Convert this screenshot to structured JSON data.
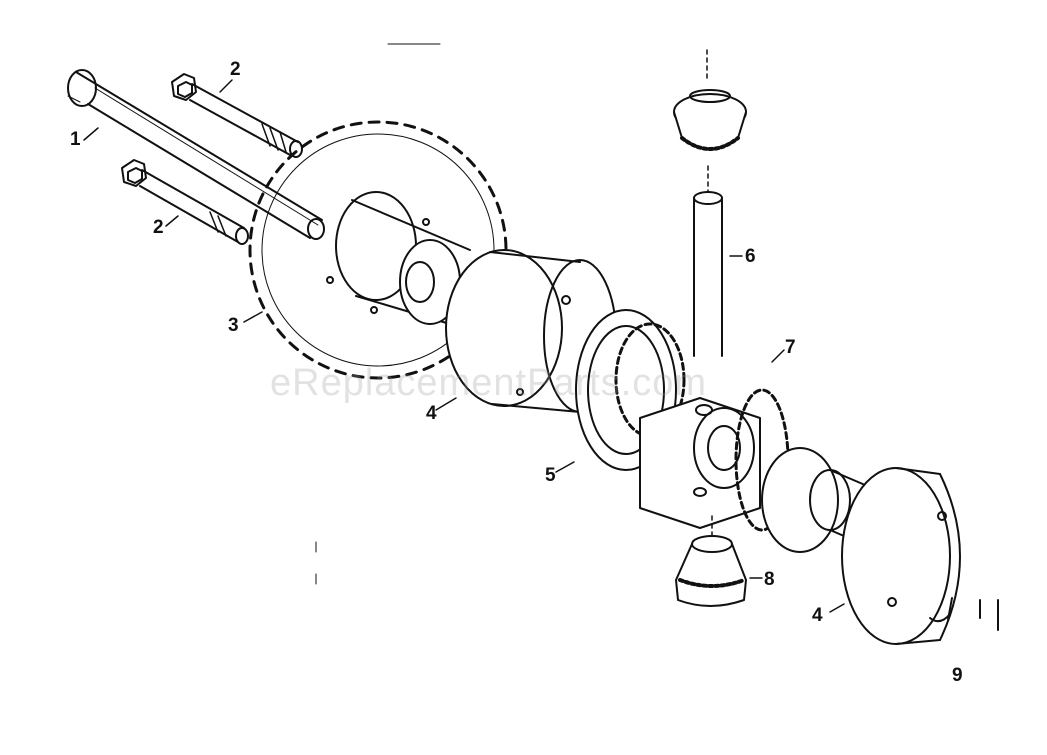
{
  "watermark": "eReplacementParts.com",
  "callouts": {
    "c1": "1",
    "c2a": "2",
    "c2b": "2",
    "c3": "3",
    "c4a": "4",
    "c4b": "4",
    "c5": "5",
    "c6": "6",
    "c7": "7",
    "c8": "8",
    "c9": "9"
  },
  "colors": {
    "ink": "#111111",
    "paper": "#ffffff",
    "watermark": "#969696"
  }
}
